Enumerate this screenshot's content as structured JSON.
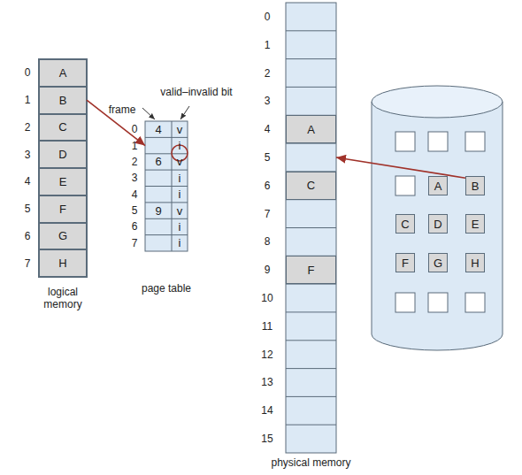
{
  "diagram": {
    "nodes": [
      {
        "text": [
          "logical memory"
        ]
      },
      {
        "text": [
          "A"
        ],
        "in": 0
      },
      {
        "text": [
          "B"
        ],
        "in": 0
      },
      {
        "text": [
          "C"
        ],
        "in": 0
      },
      {
        "text": [
          "D"
        ],
        "in": 0
      },
      {
        "text": [
          "E"
        ],
        "in": 0
      },
      {
        "text": [
          "F"
        ],
        "in": 0
      },
      {
        "text": [
          "G"
        ],
        "in": 0
      },
      {
        "text": [
          "H"
        ],
        "in": 0
      },
      {
        "text": [
          "page table"
        ]
      },
      {
        "text": [
          "4"
        ],
        "in": 9
      },
      {
        "text": [
          "v"
        ],
        "in": 9
      },
      {
        "text": [
          "i"
        ],
        "in": 9
      },
      {
        "text": [
          "6"
        ],
        "in": 9
      },
      {
        "text": [
          "v"
        ],
        "in": 9
      },
      {
        "text": [
          "i"
        ],
        "in": 9
      },
      {
        "text": [
          "i"
        ],
        "in": 9
      },
      {
        "text": [
          "9"
        ],
        "in": 9
      },
      {
        "text": [
          "v"
        ],
        "in": 9
      },
      {
        "text": [
          "i"
        ],
        "in": 9
      },
      {
        "text": [
          "i"
        ],
        "in": 9
      },
      {
        "text": [
          "physical memory"
        ]
      },
      {
        "text": [
          "A"
        ],
        "in": 21
      },
      {
        "text": [
          "C"
        ],
        "in": 21
      },
      {
        "text": [
          "F"
        ],
        "in": 21
      },
      {
        "text": [
          "A"
        ]
      },
      {
        "text": [
          "B"
        ]
      },
      {
        "text": [
          "C"
        ]
      },
      {
        "text": [
          "D"
        ]
      },
      {
        "text": [
          "E"
        ]
      },
      {
        "text": [
          "F"
        ]
      },
      {
        "text": [
          "G"
        ]
      },
      {
        "text": [
          "H"
        ]
      }
    ],
    "edges": [
      {
        "from": 2,
        "to": 9,
        "arrow": "to"
      },
      {
        "from": 26,
        "to": 21,
        "arrow": "to"
      }
    ],
    "labels": [
      "0",
      "1",
      "2",
      "3",
      "4",
      "5",
      "6",
      "7",
      "0",
      "1",
      "2",
      "3",
      "4",
      "5",
      "6",
      "7",
      "frame",
      "valid–invalid bit",
      "0",
      "1",
      "2",
      "3",
      "4",
      "5",
      "6",
      "7",
      "8",
      "9",
      "10",
      "11",
      "12",
      "13",
      "14",
      "15"
    ]
  }
}
